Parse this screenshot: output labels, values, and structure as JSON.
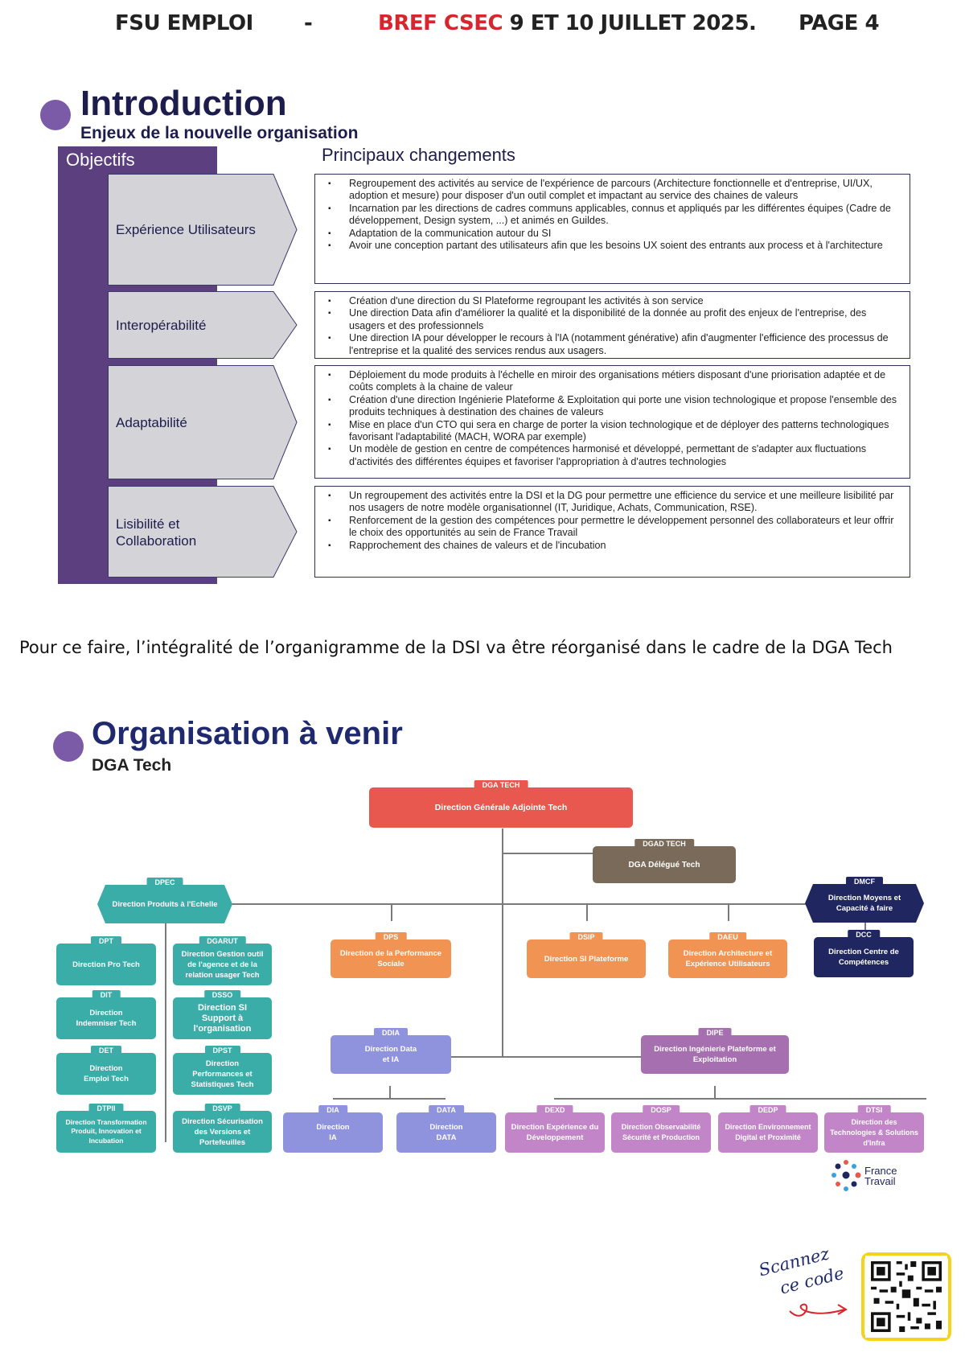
{
  "header": {
    "left": "FSU EMPLOI",
    "dash": "-",
    "bref": "BREF CSEC",
    "date": "9 ET 10 JUILLET 2025.",
    "page": "PAGE 4"
  },
  "intro": {
    "title": "Introduction",
    "subtitle": "Enjeux de la nouvelle organisation",
    "col_objectifs": "Objectifs",
    "col_changements": "Principaux changements",
    "rows": [
      {
        "objective": "Expérience Utilisateurs",
        "items": [
          "Regroupement des activités au service de l'expérience de parcours (Architecture fonctionnelle et d'entreprise, UI/UX, adoption et mesure) pour disposer d'un outil complet et impactant au service des chaines de valeurs",
          "Incarnation par les directions de cadres communs applicables, connus et appliqués par les différentes équipes (Cadre de développement, Design system, ...) et animés en Guildes.",
          "Adaptation de la communication autour du SI",
          "Avoir une conception partant des utilisateurs afin que les besoins UX soient des entrants aux process et à l'architecture"
        ]
      },
      {
        "objective": "Interopérabilité",
        "items": [
          "Création d'une direction du SI Plateforme regroupant les activités à son service",
          "Une direction Data afin d'améliorer la qualité et la disponibilité de la donnée au profit des enjeux de l'entreprise, des usagers et des professionnels",
          "Une direction IA pour développer le recours à l'IA (notamment générative) afin d'augmenter l'efficience des processus de l'entreprise et la qualité des services rendus aux usagers."
        ]
      },
      {
        "objective": "Adaptabilité",
        "items": [
          "Déploiement du mode produits à l'échelle en miroir des organisations métiers disposant d'une priorisation adaptée et de coûts complets à la chaine de valeur",
          "Création d'une direction Ingénierie Plateforme & Exploitation qui porte une vision technologique et propose l'ensemble des produits techniques à destination des chaines de valeurs",
          "Mise en place d'un CTO qui sera en charge de porter la vision technologique et de déployer des patterns technologiques favorisant l'adaptabilité (MACH, WORA par exemple)",
          "Un modèle de gestion en centre de compétences harmonisé et développé, permettant de s'adapter aux fluctuations d'activités des différentes équipes et favoriser l'appropriation à d'autres technologies"
        ]
      },
      {
        "objective_line1": "Lisibilité et",
        "objective_line2": "Collaboration",
        "items": [
          "Un regroupement des activités entre la DSI et la DG pour permettre une efficience du service et une meilleure lisibilité par nos usagers de notre modèle organisationnel (IT, Juridique, Achats, Communication, RSE).",
          "Renforcement de la gestion des compétences pour permettre le développement personnel des collaborateurs et leur offrir le choix des opportunités au sein de France Travail",
          "Rapprochement des chaines de valeurs et de l'incubation"
        ]
      }
    ]
  },
  "sentence": "Pour ce faire, l’intégralité de l’organigramme de la DSI va être réorganisé dans le cadre de la DGA Tech",
  "org": {
    "title": "Organisation à venir",
    "subtitle": "DGA Tech",
    "units": {
      "dga": {
        "tag": "DGA TECH",
        "label": "Direction Générale Adjointe Tech"
      },
      "dgad": {
        "tag": "DGAD TECH",
        "label": "DGA Délégué Tech"
      },
      "dpec": {
        "tag": "DPEC",
        "label": "Direction Produits à l'Echelle"
      },
      "dmcf": {
        "tag": "DMCF",
        "label": "Direction Moyens et Capacité à faire"
      },
      "dcc": {
        "tag": "DCC",
        "label": "Direction Centre de Compétences"
      },
      "dpt": {
        "tag": "DPT",
        "label": "Direction Pro Tech"
      },
      "dgarut": {
        "tag": "DGARUT",
        "label": "Direction Gestion outil de l'agence et de la relation usager Tech"
      },
      "dit": {
        "tag": "DIT",
        "label": "Direction Indemniser Tech"
      },
      "dsso": {
        "tag": "DSSO",
        "label": "Direction SI Support à l'organisation"
      },
      "det": {
        "tag": "DET",
        "label": "Direction Emploi Tech"
      },
      "dpst": {
        "tag": "DPST",
        "label": "Direction Performances et Statistiques Tech"
      },
      "dtpii": {
        "tag": "DTPII",
        "label": "Direction Transformation Produit, Innovation et Incubation"
      },
      "dsvp": {
        "tag": "DSVP",
        "label": "Direction Sécurisation des Versions et Portefeuilles"
      },
      "dps": {
        "tag": "DPS",
        "label": "Direction de la Performance Sociale"
      },
      "dsip": {
        "tag": "DSIP",
        "label": "Direction SI Plateforme"
      },
      "daeu": {
        "tag": "DAEU",
        "label": "Direction Architecture et Expérience Utilisateurs"
      },
      "ddia": {
        "tag": "DDIA",
        "label": "Direction Data et IA"
      },
      "dipe": {
        "tag": "DIPE",
        "label": "Direction Ingénierie Plateforme et Exploitation"
      },
      "dia": {
        "tag": "DIA",
        "label": "Direction IA"
      },
      "data": {
        "tag": "DATA",
        "label": "Direction DATA"
      },
      "dexd": {
        "tag": "DEXD",
        "label": "Direction Expérience du Développement"
      },
      "dosp": {
        "tag": "DOSP",
        "label": "Direction Observabilité Sécurité et Production"
      },
      "dedp": {
        "tag": "DEDP",
        "label": "Direction Environnement Digital et Proximité"
      },
      "dtsi": {
        "tag": "DTSI",
        "label": "Direction des Technologies & Solutions d'Infra"
      }
    },
    "logo_line1": "France",
    "logo_line2": "Travail"
  },
  "qr": {
    "caption_line1": "Scannez",
    "caption_line2": "ce code"
  },
  "colors": {
    "purple": "#5b3f7e",
    "navy": "#1d1d4d",
    "red": "#d7262e",
    "qr_border": "#f5d31b"
  }
}
